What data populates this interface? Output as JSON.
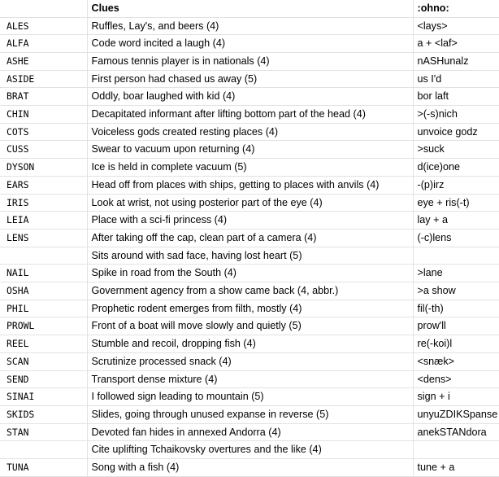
{
  "sheet": {
    "header": {
      "answer": "",
      "clue": "Clues",
      "notes": ":ohno:"
    },
    "rows": [
      {
        "answer": "ALES",
        "clue": "Ruffles, Lay's, and beers (4)",
        "notes": "<lays>"
      },
      {
        "answer": "ALFA",
        "clue": "Code word incited a laugh (4)",
        "notes": "a + <laf>"
      },
      {
        "answer": "ASHE",
        "clue": "Famous tennis player is in nationals (4)",
        "notes": "nASHunalz"
      },
      {
        "answer": "ASIDE",
        "clue": "First person had chased us away (5)",
        "notes": "us I'd"
      },
      {
        "answer": "BRAT",
        "clue": "Oddly, boar laughed with kid (4)",
        "notes": "bor laft"
      },
      {
        "answer": "CHIN",
        "clue": "Decapitated informant after lifting bottom part of the head (4)",
        "notes": ">(-s)nich"
      },
      {
        "answer": "COTS",
        "clue": "Voiceless gods created resting places (4)",
        "notes": "unvoice godz"
      },
      {
        "answer": "CUSS",
        "clue": "Swear to vacuum upon returning (4)",
        "notes": ">suck"
      },
      {
        "answer": "DYSON",
        "clue": "Ice is held in complete vacuum (5)",
        "notes": "d(ice)one"
      },
      {
        "answer": "EARS",
        "clue": "Head off from places with ships, getting to places with anvils (4)",
        "notes": "-(p)irz"
      },
      {
        "answer": "IRIS",
        "clue": "Look at wrist, not using posterior part of the eye (4)",
        "notes": "eye + ris(-t)"
      },
      {
        "answer": "LEIA",
        "clue": "Place with a sci-fi princess (4)",
        "notes": "lay + a"
      },
      {
        "answer": "LENS",
        "clue": "After taking off the cap, clean part of a camera (4)",
        "notes": "(-c)lens"
      },
      {
        "answer": "",
        "clue": "Sits around with sad face, having lost heart (5)",
        "notes": ""
      },
      {
        "answer": "NAIL",
        "clue": "Spike in road from the South (4)",
        "notes": ">lane"
      },
      {
        "answer": "OSHA",
        "clue": "Government agency from a show came back (4, abbr.)",
        "notes": ">a show"
      },
      {
        "answer": "PHIL",
        "clue": "Prophetic rodent emerges from filth, mostly (4)",
        "notes": "fil(-th)"
      },
      {
        "answer": "PROWL",
        "clue": "Front of a boat will move slowly and quietly (5)",
        "notes": "prow'll"
      },
      {
        "answer": "REEL",
        "clue": "Stumble and recoil, dropping fish (4)",
        "notes": "re(-koi)l"
      },
      {
        "answer": "SCAN",
        "clue": "Scrutinize processed snack (4)",
        "notes": "<snæk>"
      },
      {
        "answer": "SEND",
        "clue": "Transport dense mixture (4)",
        "notes": "<dens>"
      },
      {
        "answer": "SINAI",
        "clue": "I followed sign leading to mountain (5)",
        "notes": "sign + i"
      },
      {
        "answer": "SKIDS",
        "clue": "Slides, going through unused expanse in reverse (5)",
        "notes": "unyuZDIKSpanse"
      },
      {
        "answer": "STAN",
        "clue": "Devoted fan hides in annexed Andorra (4)",
        "notes": "anekSTANdora"
      },
      {
        "answer": "",
        "clue": "Cite uplifting Tchaikovsky overtures and the like (4)",
        "notes": ""
      },
      {
        "answer": "TUNA",
        "clue": "Song with a fish (4)",
        "notes": "tune + a"
      }
    ]
  }
}
